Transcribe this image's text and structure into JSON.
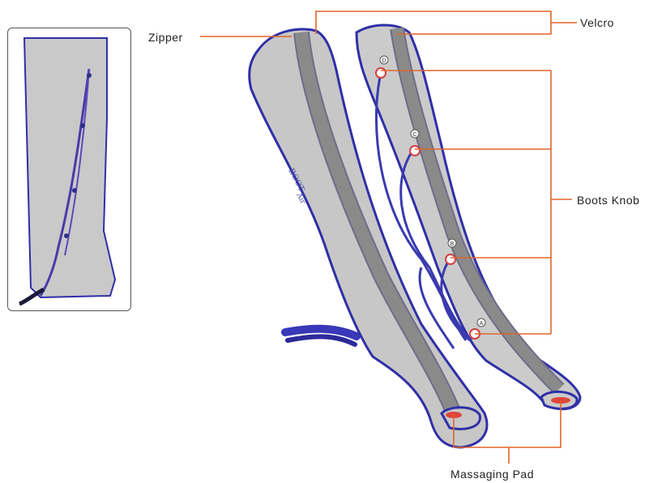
{
  "colors": {
    "boot_fill": "#c7c7c7",
    "boot_shade": "#a9a9a9",
    "trim": "#2f2fa8",
    "callout_line": "#e0652a",
    "text": "#222222"
  },
  "inset": {
    "icon": "single-boot-side-view"
  },
  "labels": {
    "zipper": "Zipper",
    "velcro": "Velcro",
    "boots_knob": "Boots Knob",
    "massaging_pad": "Massaging Pad"
  },
  "knob_letters": [
    "D",
    "C",
    "B",
    "A"
  ],
  "boot_print": [
    "BOOT",
    "Air"
  ]
}
